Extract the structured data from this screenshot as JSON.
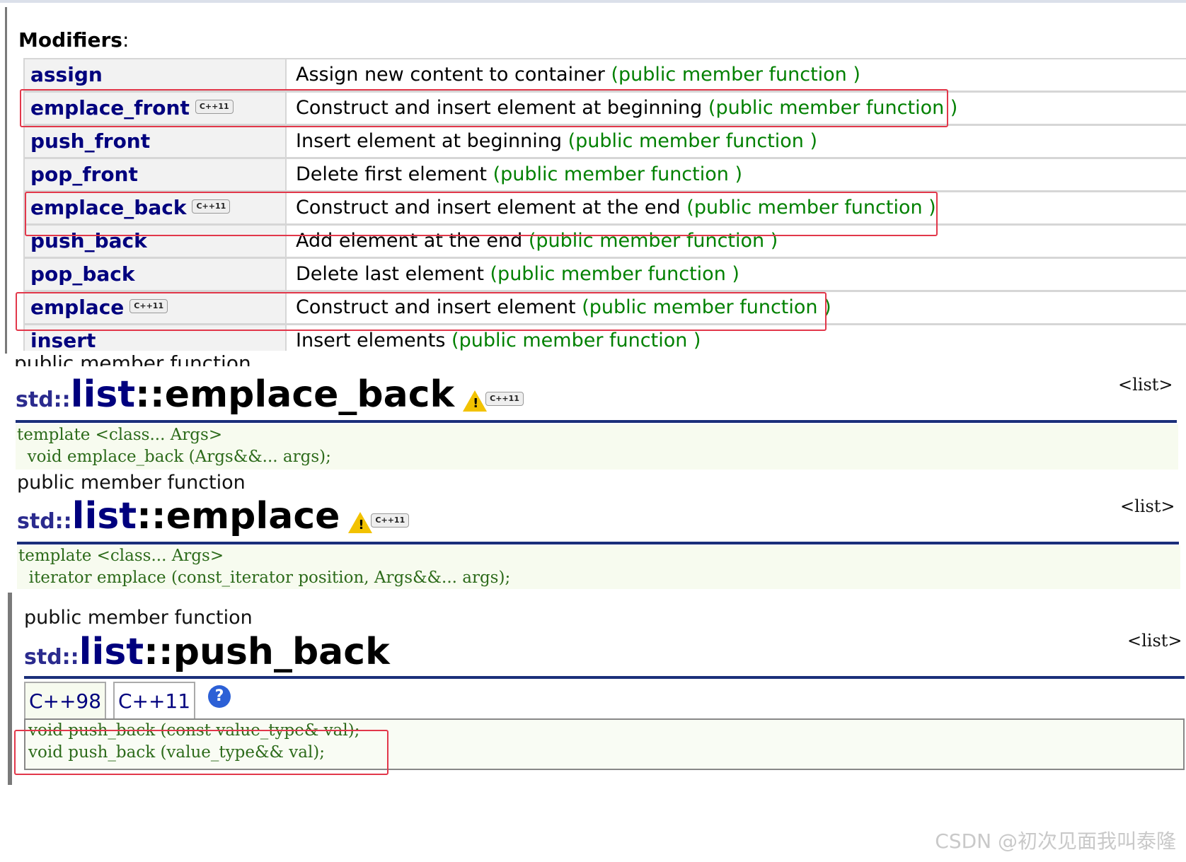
{
  "modifiers": {
    "title": "Modifiers",
    "colon": ":",
    "rows": [
      {
        "name": "assign",
        "cpp11": "",
        "desc": "Assign new content to container",
        "kind": "(public member function )"
      },
      {
        "name": "emplace_front",
        "cpp11": "C++11",
        "desc": "Construct and insert element at beginning",
        "kind": "(public member function )"
      },
      {
        "name": "push_front",
        "cpp11": "",
        "desc": "Insert element at beginning",
        "kind": "(public member function )"
      },
      {
        "name": "pop_front",
        "cpp11": "",
        "desc": "Delete first element",
        "kind": "(public member function )"
      },
      {
        "name": "emplace_back",
        "cpp11": "C++11",
        "desc": "Construct and insert element at the end",
        "kind": "(public member function )"
      },
      {
        "name": "push_back",
        "cpp11": "",
        "desc": "Add element at the end",
        "kind": "(public member function )"
      },
      {
        "name": "pop_back",
        "cpp11": "",
        "desc": "Delete last element",
        "kind": "(public member function )"
      },
      {
        "name": "emplace",
        "cpp11": "C++11",
        "desc": "Construct and insert element",
        "kind": "(public member function )"
      },
      {
        "name": "insert",
        "cpp11": "",
        "desc": "Insert elements",
        "kind": "(public member function )"
      }
    ]
  },
  "clipped_label": "public member function",
  "sections": [
    {
      "label": "",
      "std": "std::",
      "cls": "list",
      "fn": "::emplace_back",
      "badge": "C++11",
      "list_ref": "<list>",
      "proto_line1": "template <class... Args>",
      "proto_line2": "  void emplace_back (Args&&... args);"
    },
    {
      "label": "public member function",
      "std": "std::",
      "cls": "list",
      "fn": "::emplace",
      "badge": "C++11",
      "list_ref": "<list>",
      "proto_line1": "template <class... Args>",
      "proto_line2": "  iterator emplace (const_iterator position, Args&&... args);"
    },
    {
      "label": "public member function",
      "std": "std::",
      "cls": "list",
      "fn": "::push_back",
      "list_ref": "<list>",
      "tabs": [
        "C++98",
        "C++11"
      ],
      "help": "?",
      "proto_line1": "void push_back (const value_type& val);",
      "proto_line2": "void push_back (value_type&& val);"
    }
  ],
  "watermark": "CSDN @初次见面我叫泰隆",
  "colors": {
    "link": "#00007e",
    "green": "#008000",
    "rule": "#1b2f7a",
    "highlight": "#e2374a"
  }
}
